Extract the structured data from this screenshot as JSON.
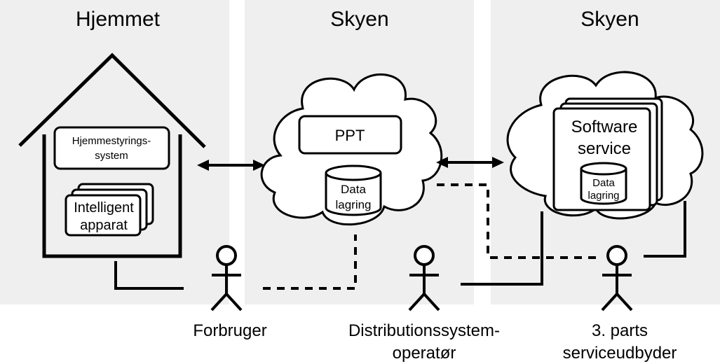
{
  "panels": {
    "home_title": "Hjemmet",
    "cloud1_title": "Skyen",
    "cloud2_title": "Skyen"
  },
  "home": {
    "control_system_line1": "Hjemmestyrings-",
    "control_system_line2": "system",
    "device_line1": "Intelligent",
    "device_line2": "apparat"
  },
  "cloud1": {
    "ppt_label": "PPT",
    "storage_line1": "Data",
    "storage_line2": "lagring"
  },
  "cloud2": {
    "service_line1": "Software",
    "service_line2": "service",
    "storage_line1": "Data",
    "storage_line2": "lagring"
  },
  "actors": {
    "consumer": "Forbruger",
    "dso_line1": "Distributionssystem-",
    "dso_line2": "operatør",
    "third_party_line1": "3. parts",
    "third_party_line2": "serviceudbyder"
  }
}
